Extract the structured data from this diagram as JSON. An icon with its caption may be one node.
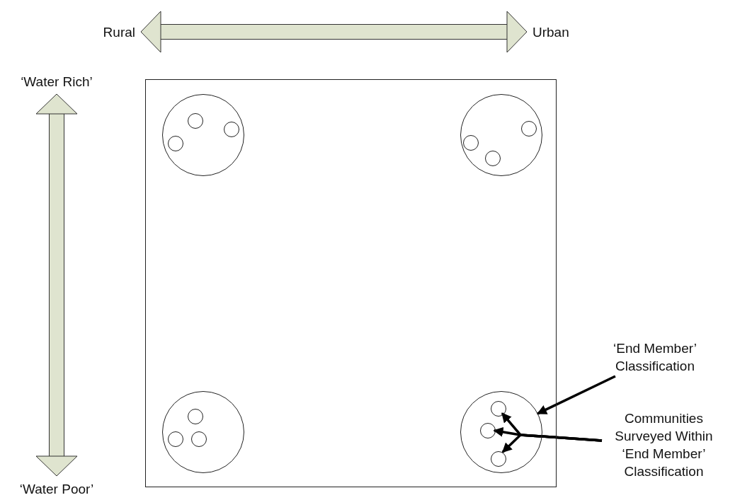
{
  "diagram": {
    "nodes": [
      {
        "text": [
          "Rural"
        ]
      },
      {
        "text": [
          "Urban"
        ]
      },
      {
        "text": [
          "‘Water Rich’"
        ]
      },
      {
        "text": [
          "‘Water Poor’"
        ]
      },
      {
        "text": [],
        "shape": "box"
      },
      {
        "text": [],
        "shape": "circle",
        "in": 4
      },
      {
        "text": [],
        "shape": "circle",
        "in": 5
      },
      {
        "text": [],
        "shape": "circle",
        "in": 5
      },
      {
        "text": [],
        "shape": "circle",
        "in": 5
      },
      {
        "text": [],
        "shape": "circle",
        "in": 4
      },
      {
        "text": [],
        "shape": "circle",
        "in": 9
      },
      {
        "text": [],
        "shape": "circle",
        "in": 9
      },
      {
        "text": [],
        "shape": "circle",
        "in": 9
      },
      {
        "text": [],
        "shape": "circle",
        "in": 4
      },
      {
        "text": [],
        "shape": "circle",
        "in": 13
      },
      {
        "text": [],
        "shape": "circle",
        "in": 13
      },
      {
        "text": [],
        "shape": "circle",
        "in": 13
      },
      {
        "text": [],
        "shape": "circle",
        "in": 4
      },
      {
        "text": [],
        "shape": "circle",
        "in": 17
      },
      {
        "text": [],
        "shape": "circle",
        "in": 17
      },
      {
        "text": [],
        "shape": "circle",
        "in": 17
      },
      {
        "text": [
          "‘End Member’ Classification"
        ]
      },
      {
        "text": [
          "Communities Surveyed Within ‘End Member’ Classification"
        ]
      }
    ],
    "edges": [
      {
        "from": 0,
        "to": 1,
        "arrow": "both",
        "style": "thick",
        "color": "#dfe4cf"
      },
      {
        "from": 2,
        "to": 3,
        "arrow": "both",
        "style": "thick",
        "color": "#dfe4cf"
      },
      {
        "from": 21,
        "to": 17,
        "arrow": "to"
      },
      {
        "from": 22,
        "to": 18,
        "arrow": "to"
      },
      {
        "from": 22,
        "to": 19,
        "arrow": "to"
      },
      {
        "from": 22,
        "to": 20,
        "arrow": "to"
      }
    ]
  }
}
